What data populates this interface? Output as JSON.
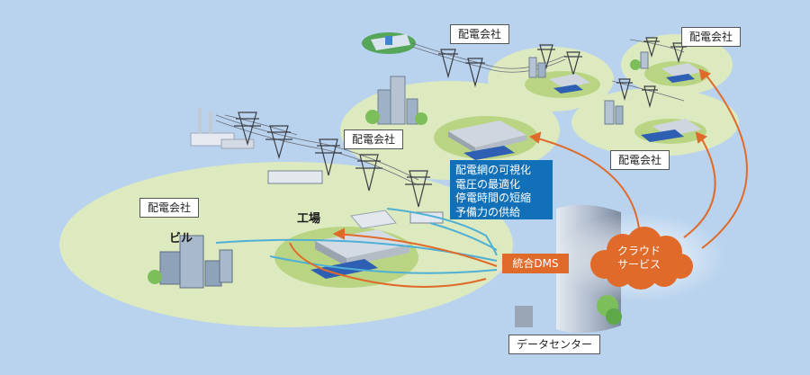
{
  "labels": {
    "distribution_company": "配電会社",
    "factory": "工場",
    "building": "ビル",
    "data_center": "データセンター",
    "integrated_dms": "統合DMS"
  },
  "cloud_service": {
    "line1": "クラウド",
    "line2": "サービス"
  },
  "functions": [
    "配電網の可視化",
    "電圧の最適化",
    "停電時間の短縮",
    "予備力の供給"
  ],
  "colors": {
    "background": "#b9d3ee",
    "area_fill": "#dde9bf",
    "function_box": "#1170b8",
    "orange_flow": "#e06a2a",
    "cyan_flow": "#4fb0d6"
  }
}
